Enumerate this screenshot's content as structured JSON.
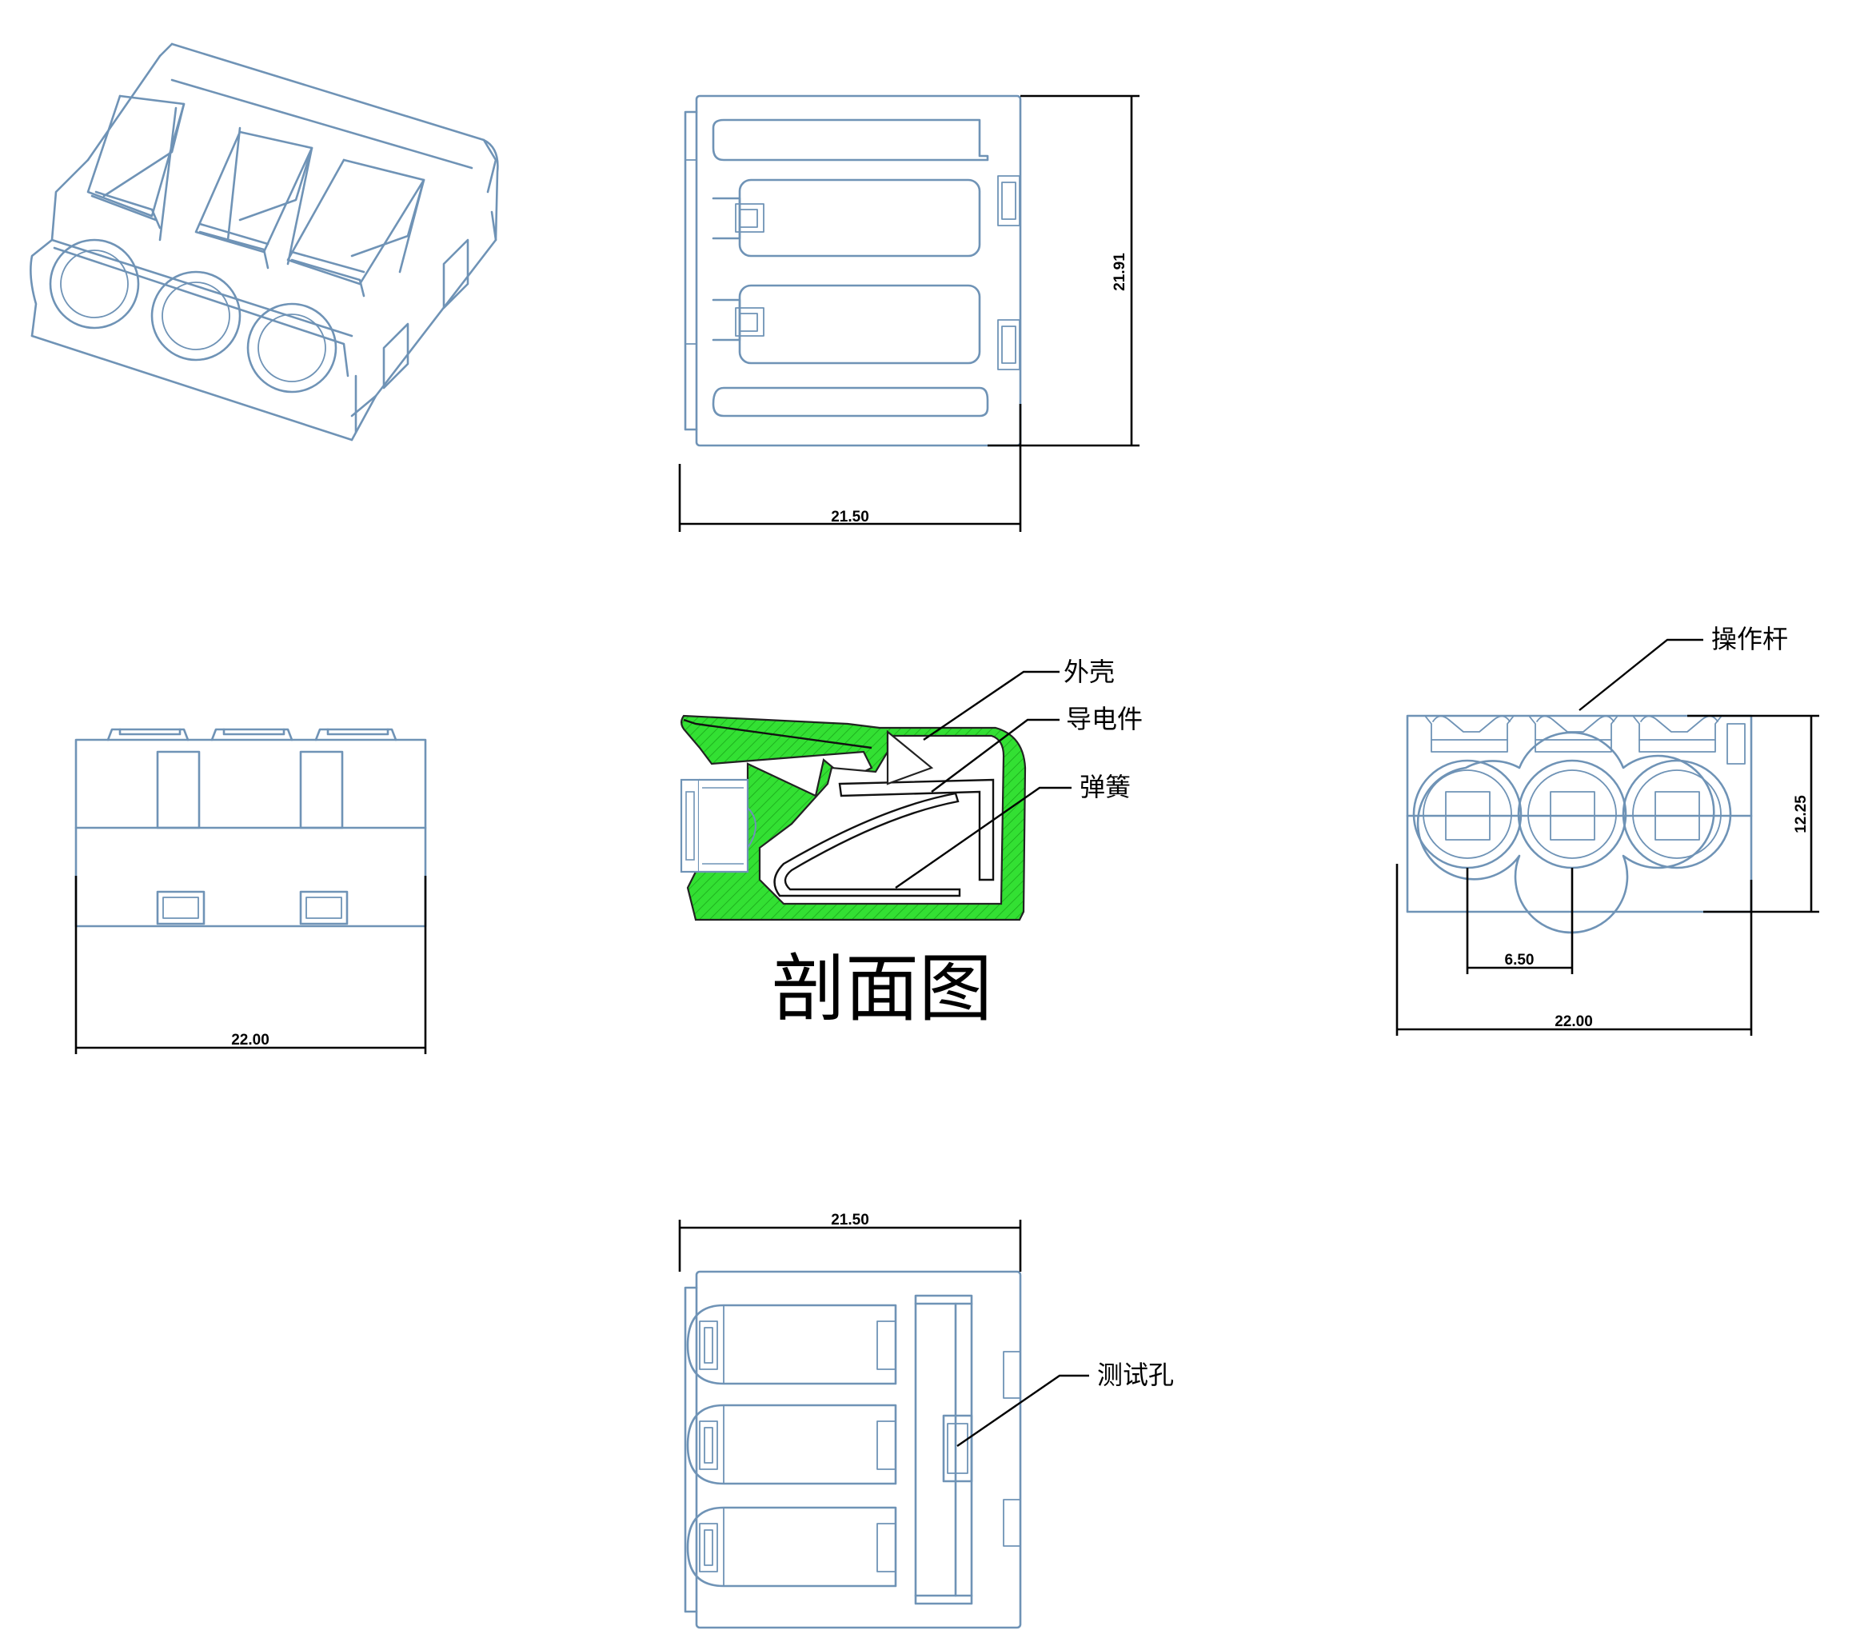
{
  "dimensions": {
    "top_height": "21.91",
    "top_width": "21.50",
    "front_width": "22.00",
    "side_height": "12.25",
    "side_pitch": "6.50",
    "side_width": "22.00",
    "bottom_width": "21.50"
  },
  "callouts": {
    "housing": "外壳",
    "conductor": "导电件",
    "spring": "弹簧",
    "lever": "操作杆",
    "test_hole": "测试孔"
  },
  "section_title": "剖面图",
  "colors": {
    "outline": "#6f93b6",
    "section_fill": "#33e033",
    "dimension": "#000000"
  }
}
